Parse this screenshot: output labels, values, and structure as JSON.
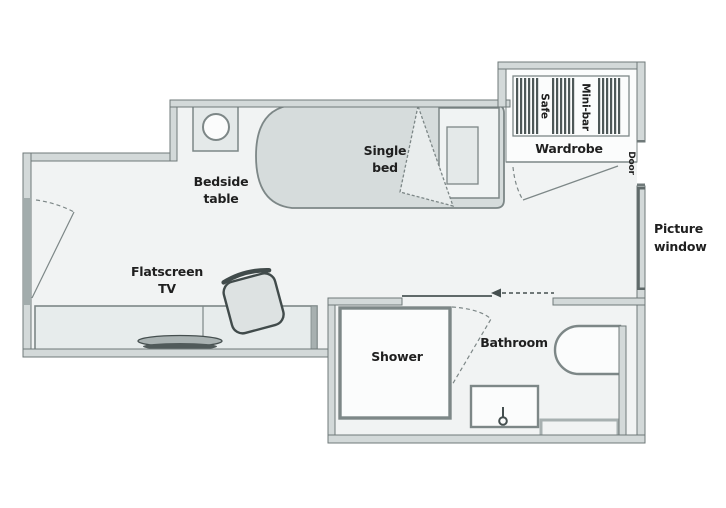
{
  "diagram": "hotel-cabin-floorplan",
  "colors": {
    "floor": "#f1f3f3",
    "wall_fill": "#d3d9d9",
    "wall_line": "#6f7979",
    "line": "#7d8787",
    "dark": "#454f4f",
    "bed_fill": "#d6dcdc",
    "bed_light": "#f0f3f3",
    "pillow_fill": "#e4e9e9",
    "blanket_fill": "#e9eded",
    "white_fill": "#fbfcfc",
    "furniture_fill": "#e7ecec",
    "desk_panel": "#a7b0b0",
    "chair_fill": "#dde2e2",
    "chair_line": "#414b4b",
    "tv_light": "#aab3b3",
    "tv_dark": "#505a5a",
    "hatch": "#4e5858",
    "door_jamb": "#a2acac",
    "window_line": "#5f6969",
    "label": "#1f1f1f"
  },
  "labels": {
    "bedside_table": {
      "line1": "Bedside",
      "line2": "table"
    },
    "single_bed": {
      "line1": "Single",
      "line2": "bed"
    },
    "flatscreen_tv": {
      "line1": "Flatscreen",
      "line2": "TV"
    },
    "safe": "Safe",
    "mini_bar": "Mini-bar",
    "wardrobe": "Wardrobe",
    "door": "Door",
    "picture_window": {
      "line1": "Picture",
      "line2": "window"
    },
    "shower": "Shower",
    "bathroom": "Bathroom"
  }
}
